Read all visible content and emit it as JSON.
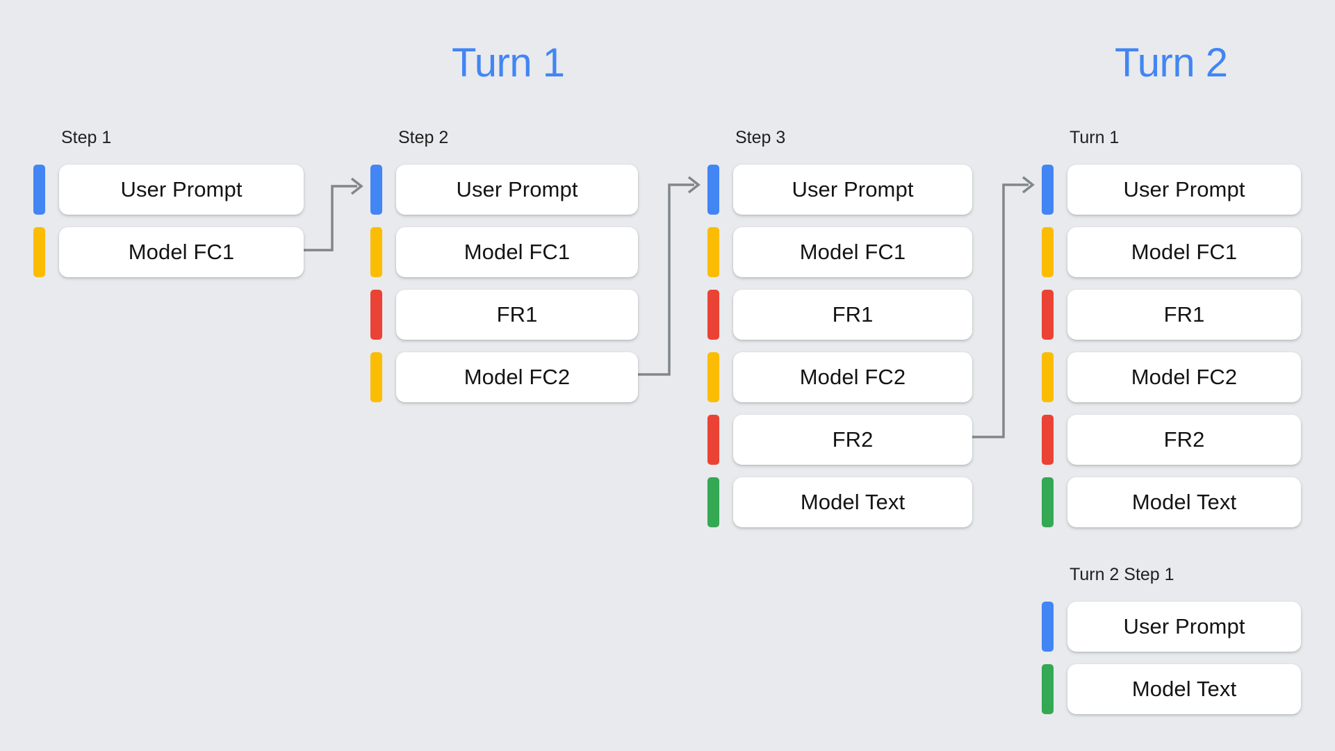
{
  "background_color": "#E8EAED",
  "titles": [
    {
      "text": "Turn 1",
      "color": "#4285F4"
    },
    {
      "text": "Turn 2",
      "color": "#4285F4"
    }
  ],
  "palette": {
    "user_prompt": "#4285F4",
    "model_function_call": "#FBBC04",
    "function_response": "#EA4335",
    "model_text": "#34A853",
    "card_background": "#FFFFFF",
    "arrow": "#80868B",
    "label_text": "#131313"
  },
  "columns": [
    {
      "header": "Step 1",
      "rows": [
        {
          "label": "User Prompt",
          "color": "#4285F4",
          "kind": "user-prompt"
        },
        {
          "label": "Model FC1",
          "color": "#FBBC04",
          "kind": "model-function-call"
        }
      ]
    },
    {
      "header": "Step 2",
      "rows": [
        {
          "label": "User Prompt",
          "color": "#4285F4",
          "kind": "user-prompt"
        },
        {
          "label": "Model FC1",
          "color": "#FBBC04",
          "kind": "model-function-call"
        },
        {
          "label": "FR1",
          "color": "#EA4335",
          "kind": "function-response"
        },
        {
          "label": "Model FC2",
          "color": "#FBBC04",
          "kind": "model-function-call"
        }
      ]
    },
    {
      "header": "Step 3",
      "rows": [
        {
          "label": "User Prompt",
          "color": "#4285F4",
          "kind": "user-prompt"
        },
        {
          "label": "Model FC1",
          "color": "#FBBC04",
          "kind": "model-function-call"
        },
        {
          "label": "FR1",
          "color": "#EA4335",
          "kind": "function-response"
        },
        {
          "label": "Model FC2",
          "color": "#FBBC04",
          "kind": "model-function-call"
        },
        {
          "label": "FR2",
          "color": "#EA4335",
          "kind": "function-response"
        },
        {
          "label": "Model Text",
          "color": "#34A853",
          "kind": "model-text"
        }
      ]
    },
    {
      "header": "Turn 1",
      "rows": [
        {
          "label": "User Prompt",
          "color": "#4285F4",
          "kind": "user-prompt"
        },
        {
          "label": "Model FC1",
          "color": "#FBBC04",
          "kind": "model-function-call"
        },
        {
          "label": "FR1",
          "color": "#EA4335",
          "kind": "function-response"
        },
        {
          "label": "Model FC2",
          "color": "#FBBC04",
          "kind": "model-function-call"
        },
        {
          "label": "FR2",
          "color": "#EA4335",
          "kind": "function-response"
        },
        {
          "label": "Model Text",
          "color": "#34A853",
          "kind": "model-text"
        }
      ]
    }
  ],
  "bottom_group": {
    "header": "Turn 2 Step 1",
    "rows": [
      {
        "label": "User Prompt",
        "color": "#4285F4",
        "kind": "user-prompt"
      },
      {
        "label": "Model Text",
        "color": "#34A853",
        "kind": "model-text"
      }
    ]
  },
  "connectors": [
    {
      "name": "step1-to-step2",
      "from_row": "Model FC1",
      "to_row": "User Prompt"
    },
    {
      "name": "step2-to-step3",
      "from_row": "Model FC2",
      "to_row": "User Prompt"
    },
    {
      "name": "step3-to-turn1",
      "from_row": "FR2",
      "to_row": "User Prompt"
    }
  ]
}
